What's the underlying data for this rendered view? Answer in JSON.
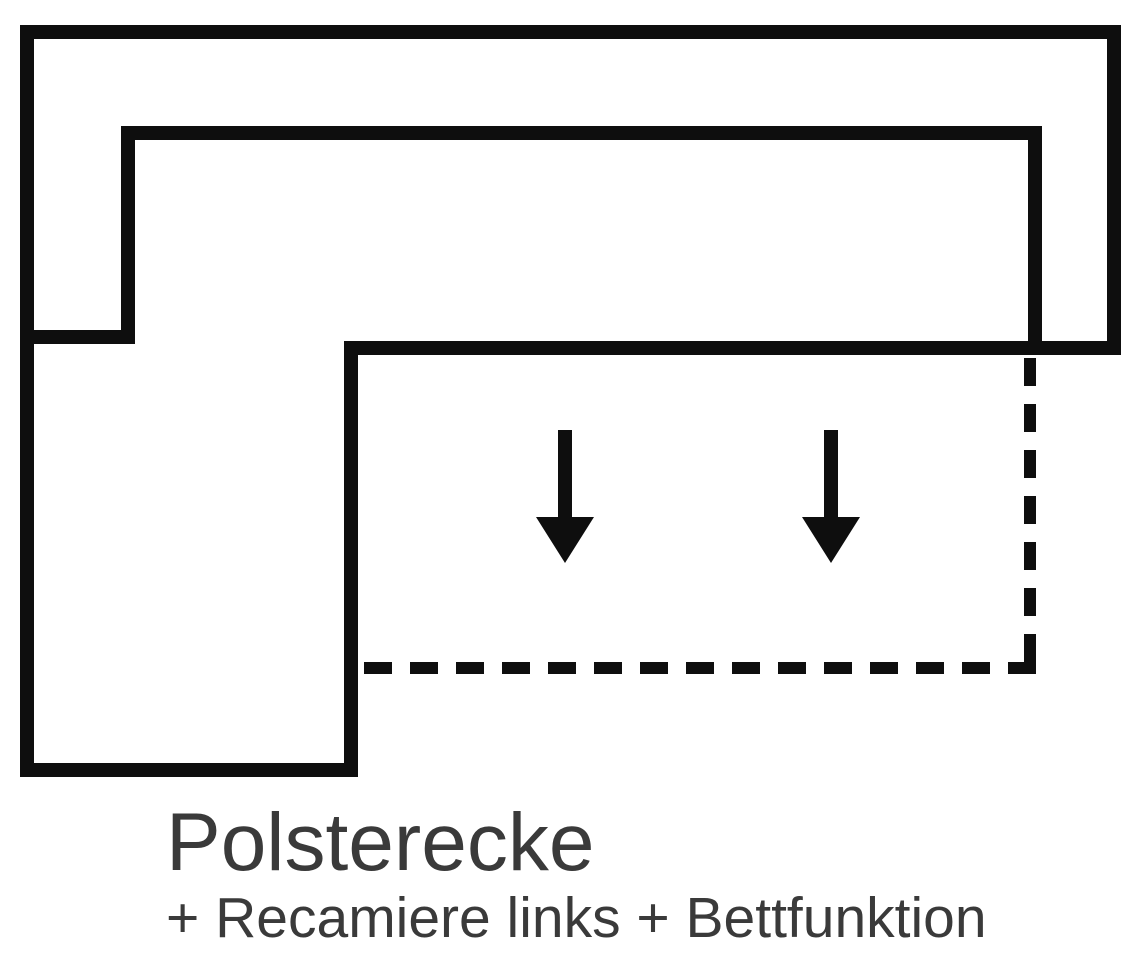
{
  "page": {
    "background_color": "#ffffff"
  },
  "diagram": {
    "kind": "corner-sofa-top-view-schematic",
    "line_color": "#0e0e0e",
    "dashed_region_meaning": "fold-out bed area",
    "arrow_direction": "down",
    "arrow_count": 2
  },
  "labels": {
    "title": "Polsterecke",
    "subtitle": "+ Recamiere links + Bettfunktion",
    "text_color": "#3a3a3a"
  }
}
